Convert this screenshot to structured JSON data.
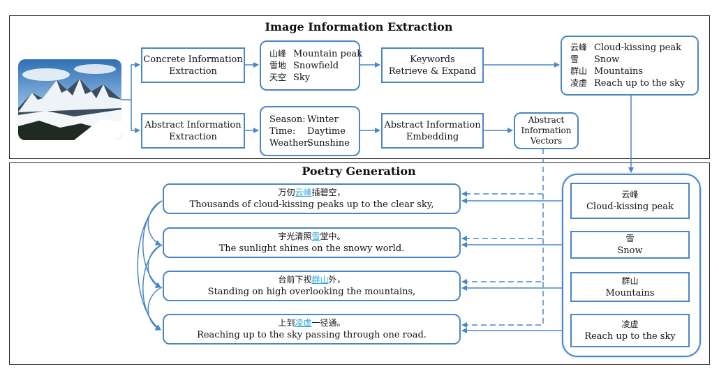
{
  "top_panel": {
    "title": "Image Information Extraction"
  },
  "bottom_panel": {
    "title": "Poetry Generation"
  },
  "concrete_extraction": {
    "line1": "Concrete Information",
    "line2": "Extraction"
  },
  "abstract_extraction": {
    "line1": "Abstract Information",
    "line2": "Extraction"
  },
  "concrete_items": [
    {
      "zh": "山峰",
      "en": "Mountain peak"
    },
    {
      "zh": "雪地",
      "en": "Snowfield"
    },
    {
      "zh": "天空",
      "en": "Sky"
    }
  ],
  "abstract_items": [
    {
      "key": "Season:",
      "value": "Winter"
    },
    {
      "key": "Time:",
      "value": "Daytime"
    },
    {
      "key": "Weather:",
      "value": "Sunshine"
    }
  ],
  "keywords_box": {
    "line1": "Keywords",
    "line2": "Retrieve & Expand"
  },
  "embedding_box": {
    "line1": "Abstract Information",
    "line2": "Embedding"
  },
  "vectors_box": {
    "line1": "Abstract",
    "line2": "Information",
    "line3": "Vectors"
  },
  "expanded_keywords": [
    {
      "zh": "云峰",
      "en": "Cloud-kissing peak"
    },
    {
      "zh": "雪",
      "en": "Snow"
    },
    {
      "zh": "群山",
      "en": "Mountains"
    },
    {
      "zh": "凌虚",
      "en": "Reach up to the sky"
    }
  ],
  "keyword_cards": [
    {
      "zh": "云峰",
      "en": "Cloud-kissing peak"
    },
    {
      "zh": "雪",
      "en": "Snow"
    },
    {
      "zh": "群山",
      "en": "Mountains"
    },
    {
      "zh": "凌虚",
      "en": "Reach up to the sky"
    }
  ],
  "poem_lines": [
    {
      "pre": "万仞",
      "kw": "云峰",
      "post": "插碧空，",
      "en": "Thousands of cloud-kissing peaks up to the clear sky,"
    },
    {
      "pre": "宇光清照",
      "kw": "雪",
      "post": "堂中。",
      "en": "The sunlight shines on the snowy world."
    },
    {
      "pre": "台前下视",
      "kw": "群山",
      "post": "外，",
      "en": "Standing on high overlooking the mountains,"
    },
    {
      "pre": "上到",
      "kw": "凌虚",
      "post": "一径通。",
      "en": "Reaching up to the sky passing through one road."
    }
  ],
  "colors": {
    "accent": "#4a86c6",
    "keyword_highlight": "#2aa6d9"
  }
}
